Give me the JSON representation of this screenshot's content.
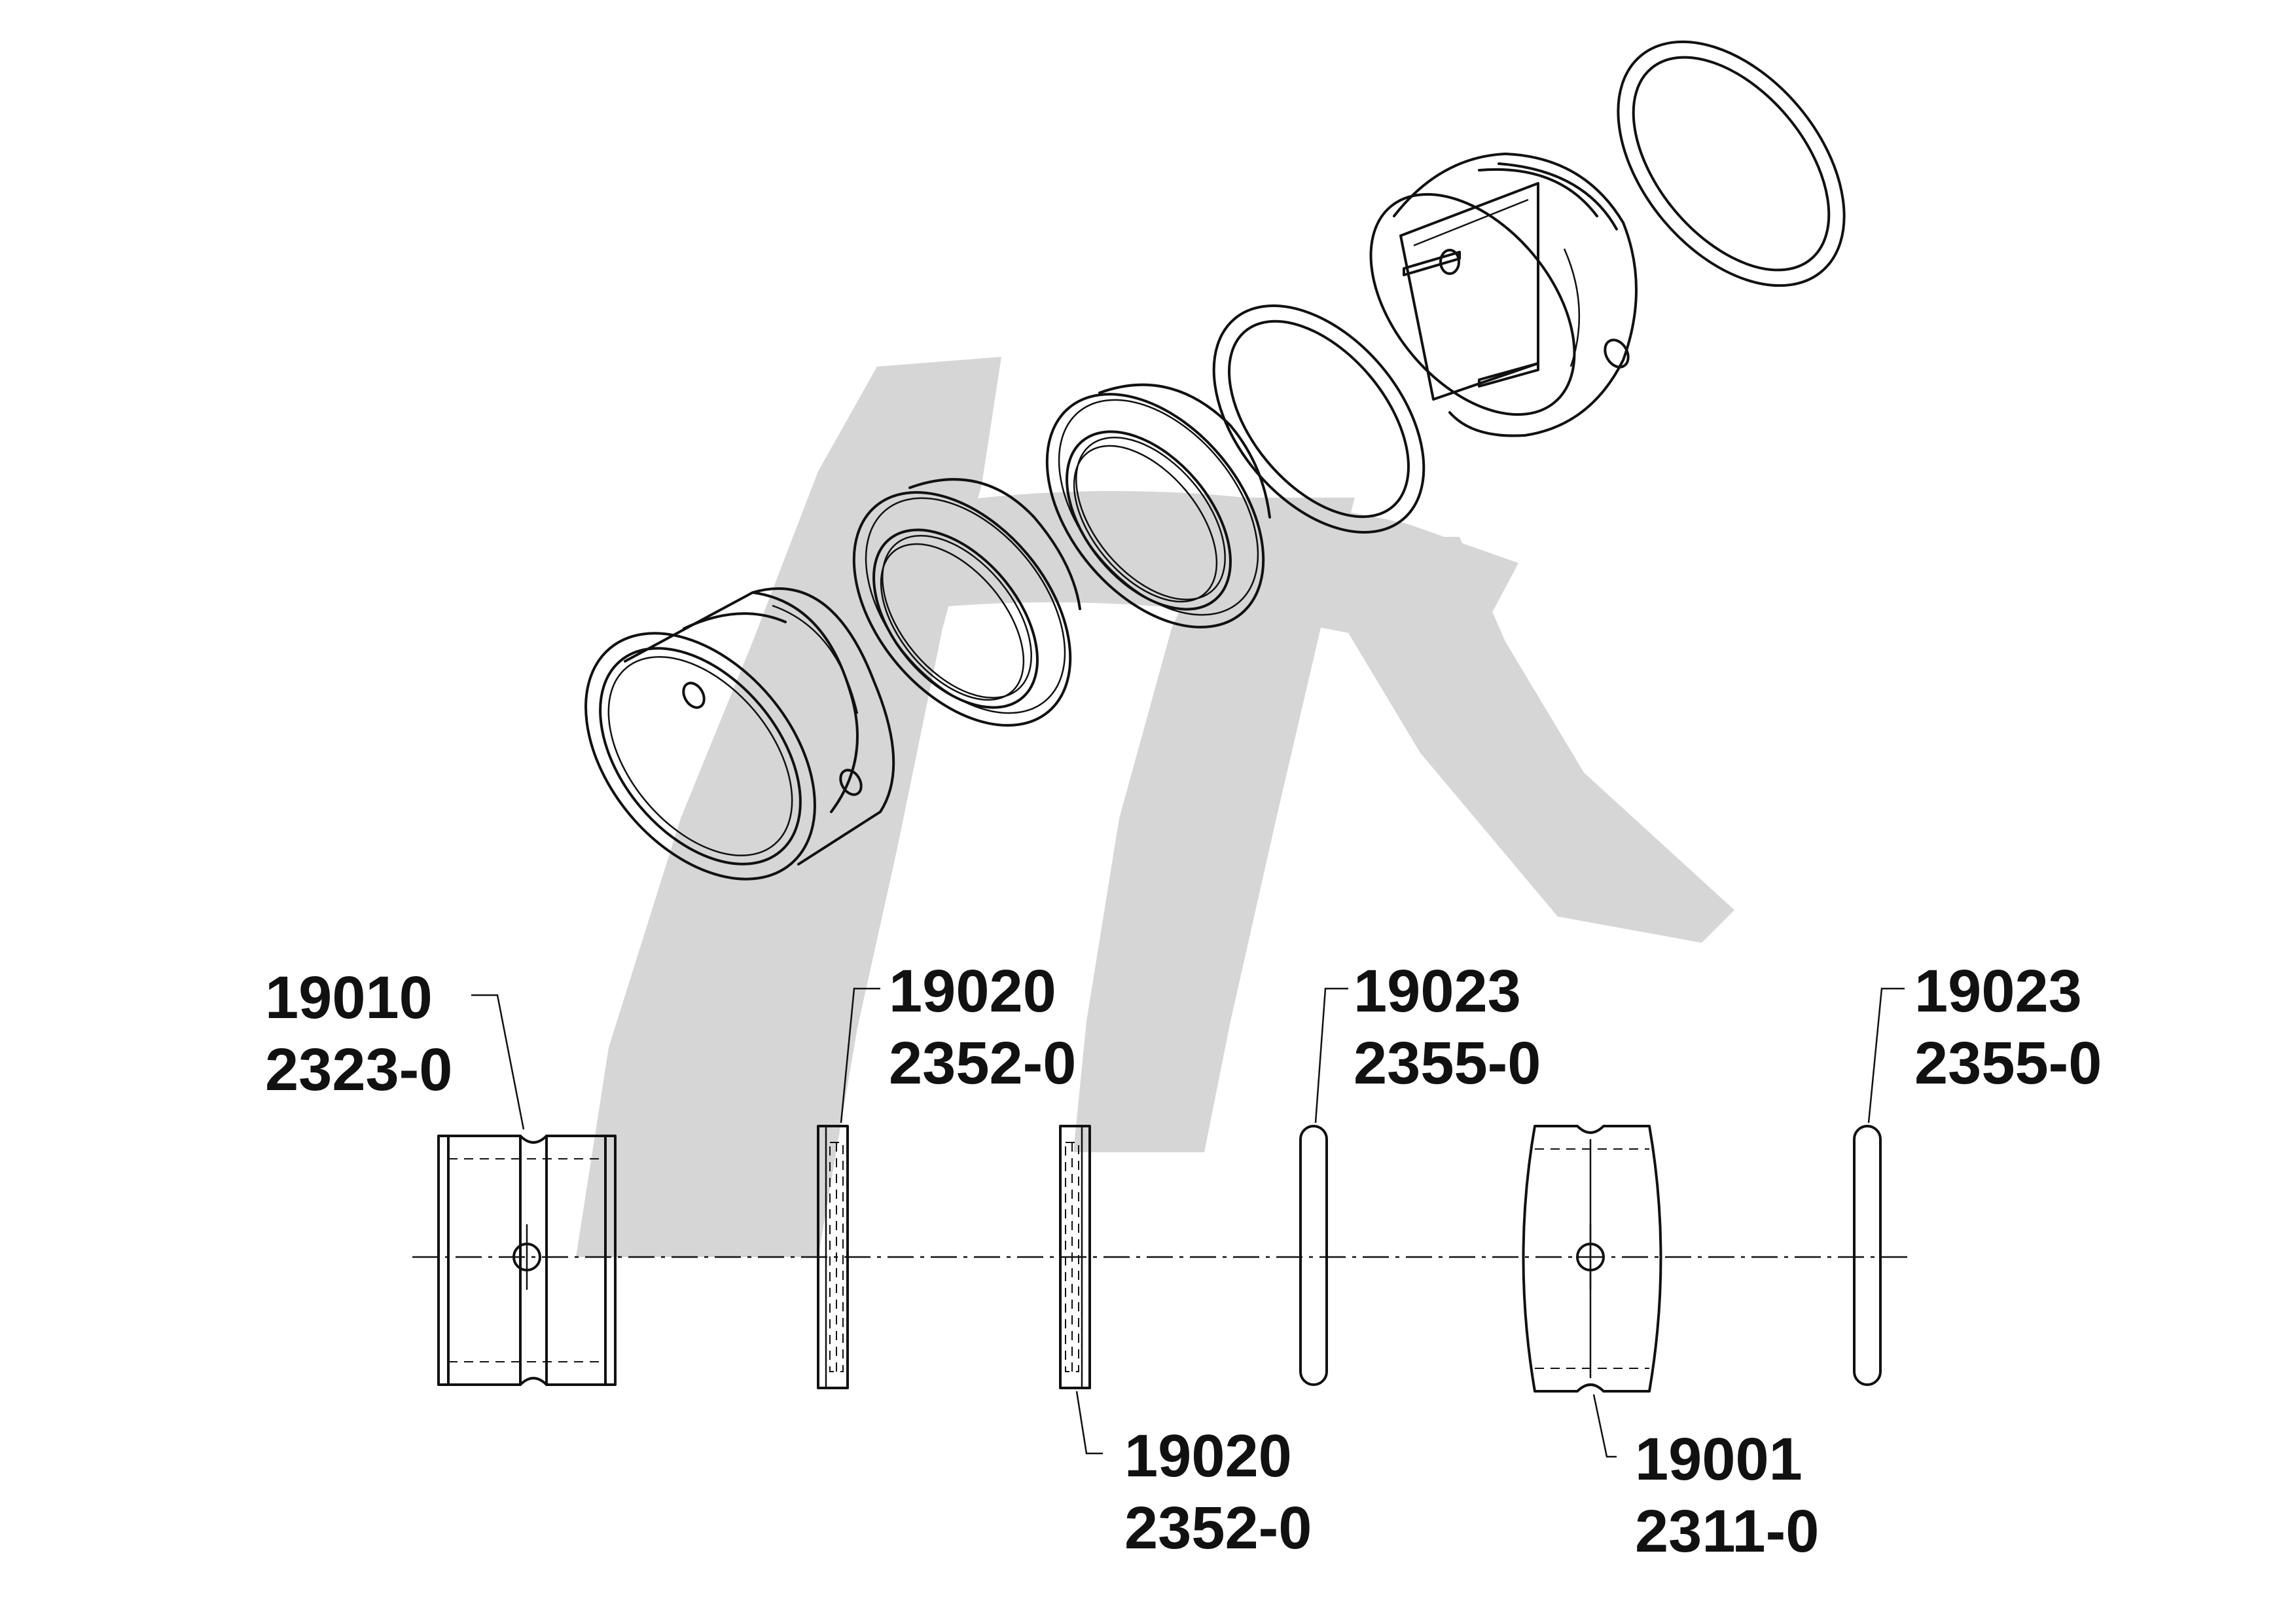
{
  "callouts": [
    {
      "part": "19010",
      "code": "2323-0"
    },
    {
      "part": "19020",
      "code": "2352-0"
    },
    {
      "part": "19023",
      "code": "2355-0"
    },
    {
      "part": "19023",
      "code": "2355-0"
    },
    {
      "part": "19020",
      "code": "2352-0"
    },
    {
      "part": "19001",
      "code": "2311-0"
    }
  ],
  "colors": {
    "line": "#111111",
    "watermark": "#d6d6d6",
    "background": "#ffffff"
  }
}
